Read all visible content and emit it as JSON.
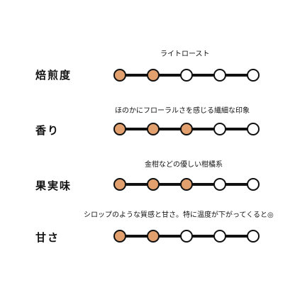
{
  "colors": {
    "filled": "#e2a06e",
    "empty": "#ffffff",
    "line": "#111111"
  },
  "rows": [
    {
      "label": "焙煎度",
      "description": "ライトロースト",
      "level": 2,
      "max": 5
    },
    {
      "label": "香り",
      "description": "ほのかにフローラルさを感じる繊細な印象",
      "level": 3,
      "max": 5
    },
    {
      "label": "果実味",
      "description": "金柑などの優しい柑橘系",
      "level": 3,
      "max": 5
    },
    {
      "label": "甘さ",
      "description": "シロップのような質感と甘さ。特に温度が下がってくると◎",
      "level": 2,
      "max": 5
    }
  ]
}
